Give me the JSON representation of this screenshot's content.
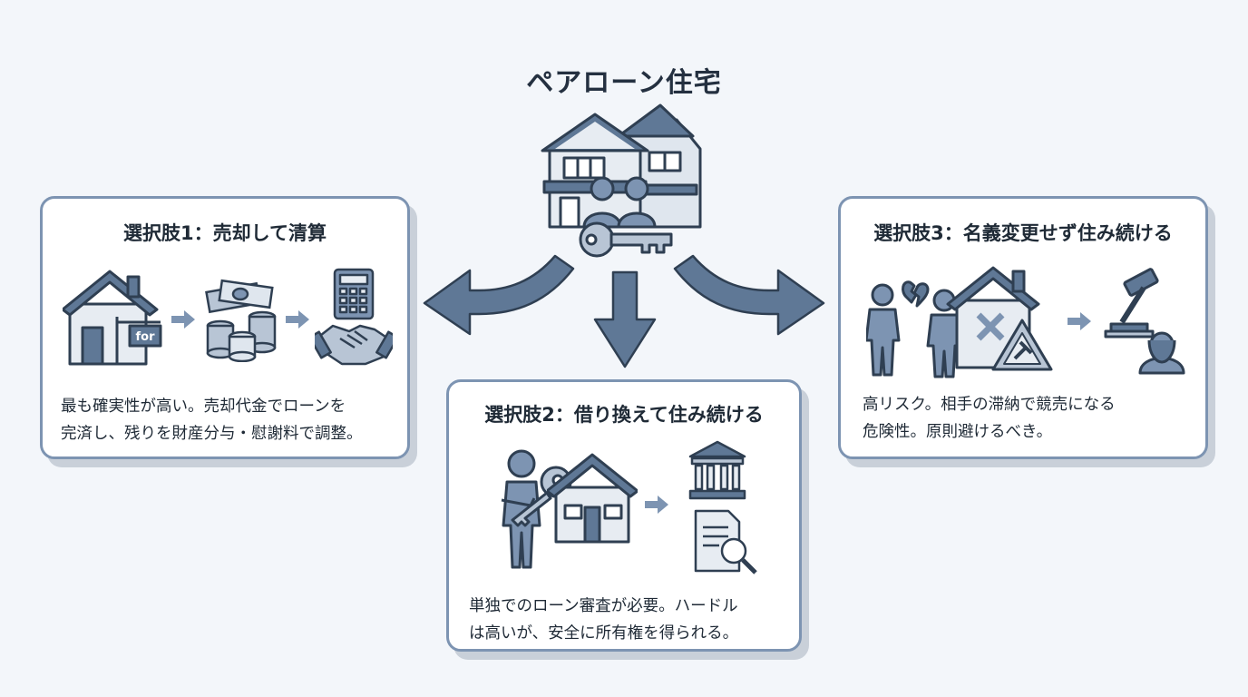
{
  "title": "ペアローン住宅",
  "icons": {
    "center": "house-with-couple-and-key-icon",
    "option1": [
      "house-for-sale-icon",
      "money-stack-icon",
      "calculator-handshake-icon"
    ],
    "option2": [
      "person-holding-key-icon",
      "house-icon",
      "bank-icon",
      "document-search-icon"
    ],
    "option3": [
      "separated-couple-broken-heart-icon",
      "house-crossed-warning-icon",
      "gavel-distressed-person-icon"
    ]
  },
  "colors": {
    "accent": "#5f7896",
    "border": "#7d94b2",
    "background": "#f3f6fa"
  },
  "options": {
    "option1": {
      "title": "選択肢1：売却して清算",
      "sign_text": "for",
      "lines": [
        "最も確実性が高い。売却代金でローンを",
        "完済し、残りを財産分与・慰謝料で調整。"
      ]
    },
    "option2": {
      "title": "選択肢2：借り換えて住み続ける",
      "lines": [
        "単独でのローン審査が必要。ハードル",
        "は高いが、安全に所有権を得られる。"
      ]
    },
    "option3": {
      "title": "選択肢3：名義変更せず住み続ける",
      "lines": [
        "高リスク。相手の滞納で競売になる",
        "危険性。原則避けるべき。"
      ]
    }
  }
}
